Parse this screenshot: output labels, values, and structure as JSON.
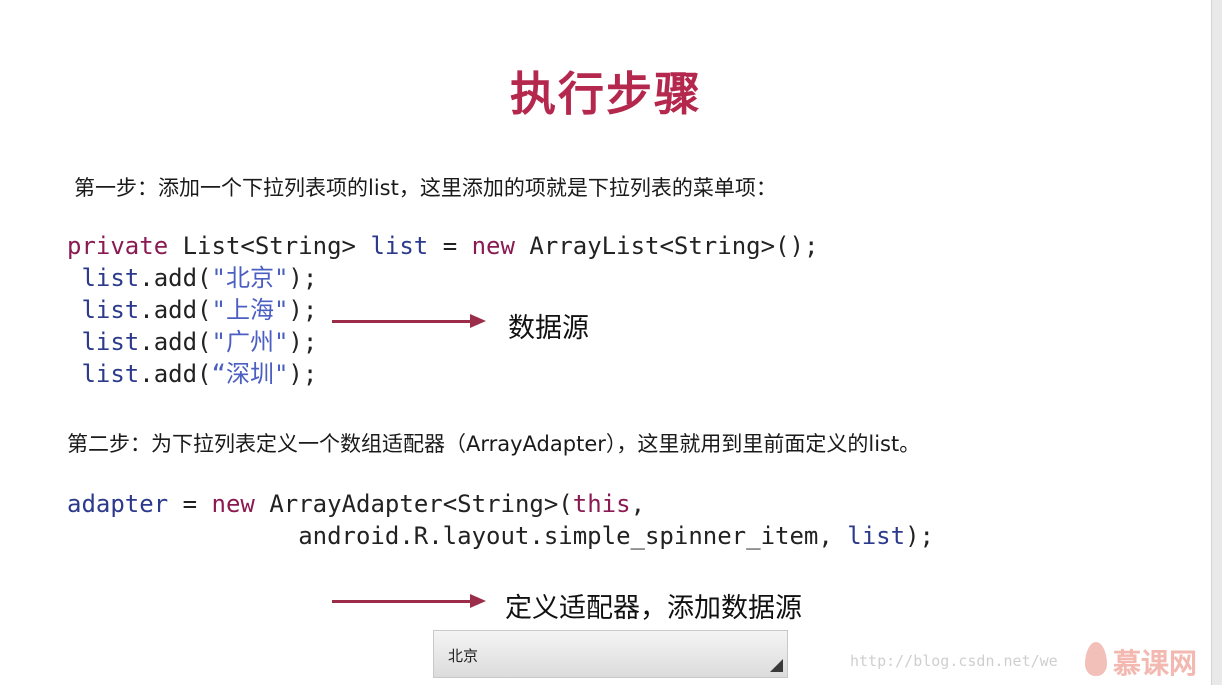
{
  "title": "执行步骤",
  "step1": {
    "text": "第一步：添加一个下拉列表项的list，这里添加的项就是下拉列表的菜单项：",
    "code": {
      "line1": {
        "kw1": "private",
        "type": " List<String> ",
        "var": "list",
        "rest": " = ",
        "kw2": "new",
        "tail": " ArrayList<String>();"
      },
      "adds": [
        {
          "open": "list",
          "call": ".add(",
          "q1": "\"",
          "city": "北京",
          "q2": "\"",
          "end": ");"
        },
        {
          "open": "list",
          "call": ".add(",
          "q1": "\"",
          "city": "上海",
          "q2": "\"",
          "end": ");"
        },
        {
          "open": "list",
          "call": ".add(",
          "q1": "\"",
          "city": "广州",
          "q2": "\"",
          "end": ");"
        },
        {
          "open": "list",
          "call": ".add(",
          "q1": "“",
          "city": "深圳",
          "q2": "\"",
          "end": ");"
        }
      ]
    },
    "arrow_label": "数据源"
  },
  "step2": {
    "text": "第二步：为下拉列表定义一个数组适配器（ArrayAdapter），这里就用到里前面定义的list。",
    "code": {
      "var": "adapter",
      "eq": " = ",
      "kw": "new",
      "ctor": " ArrayAdapter<String>(",
      "this": "this",
      "comma": ",",
      "line2_indent": "                ",
      "line2_arg": "android.R.layout.simple_spinner_item, ",
      "line2_var": "list",
      "line2_end": ");"
    },
    "arrow_label": "定义适配器，添加数据源"
  },
  "spinner": {
    "selected": "北京"
  },
  "watermark": "http://blog.csdn.net/we",
  "brand": "慕课网",
  "colors": {
    "title": "#b5284e",
    "arrow": "#9b2c4a",
    "keyword": "#8a1a52",
    "variable": "#2c3a8c",
    "string": "#4b5fc2"
  }
}
